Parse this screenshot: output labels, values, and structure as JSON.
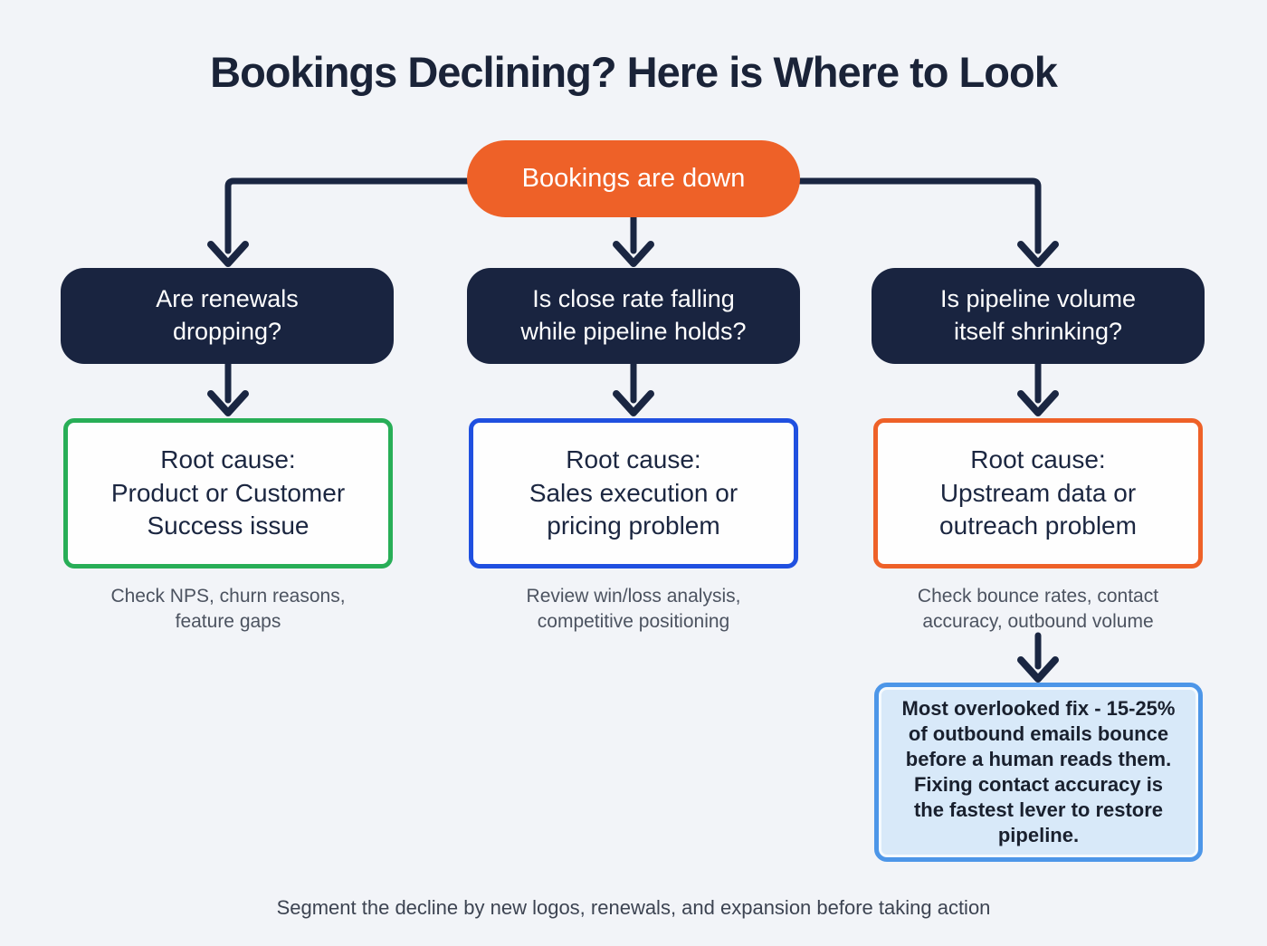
{
  "title": "Bookings Declining? Here is Where to Look",
  "start": {
    "label": "Bookings are down",
    "color": "#ee6128"
  },
  "columns": [
    {
      "question": "Are renewals\ndropping?",
      "cause_title": "Root cause:",
      "cause_body": "Product or Customer\nSuccess issue",
      "accent_color": "#28ae57",
      "note": "Check NPS, churn reasons,\nfeature gaps"
    },
    {
      "question": "Is close rate falling\nwhile pipeline holds?",
      "cause_title": "Root cause:",
      "cause_body": "Sales execution or\npricing problem",
      "accent_color": "#2050e0",
      "note": "Review win/loss analysis,\ncompetitive positioning"
    },
    {
      "question": "Is pipeline volume\nitself shrinking?",
      "cause_title": "Root cause:",
      "cause_body": "Upstream data or\noutreach problem",
      "accent_color": "#ee6128",
      "note": "Check bounce rates, contact\naccuracy, outbound volume"
    }
  ],
  "callout": {
    "text": "Most overlooked fix - 15-25%\nof outbound emails bounce\nbefore a human reads them.\nFixing contact accuracy is\nthe fastest lever to restore\npipeline.",
    "border_color": "#4d96e8",
    "bg_color": "#d8e9f9"
  },
  "footer": "Segment the decline by new logos, renewals, and expansion before taking action",
  "colors": {
    "question_node": "#192440",
    "connector": "#1a2642",
    "background": "#f2f4f8"
  }
}
